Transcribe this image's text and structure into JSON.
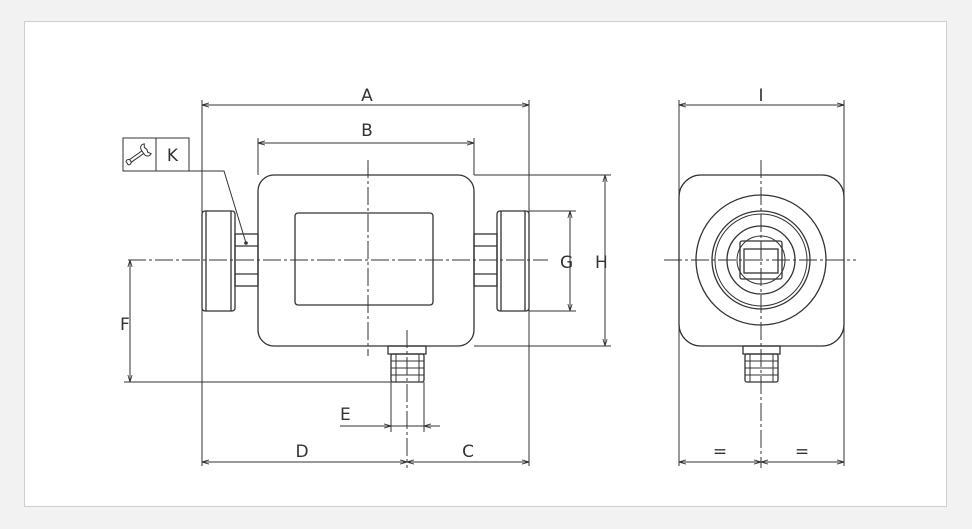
{
  "drawing": {
    "labels": {
      "A": "A",
      "B": "B",
      "C": "C",
      "D": "D",
      "E": "E",
      "F": "F",
      "G": "G",
      "H": "H",
      "I": "I",
      "K": "K",
      "eq_left": "=",
      "eq_right": "="
    },
    "colors": {
      "line": "#333333",
      "sheet": "#ffffff",
      "background": "#f2f2f2"
    },
    "icons": {
      "wrench": "wrench-icon"
    }
  }
}
